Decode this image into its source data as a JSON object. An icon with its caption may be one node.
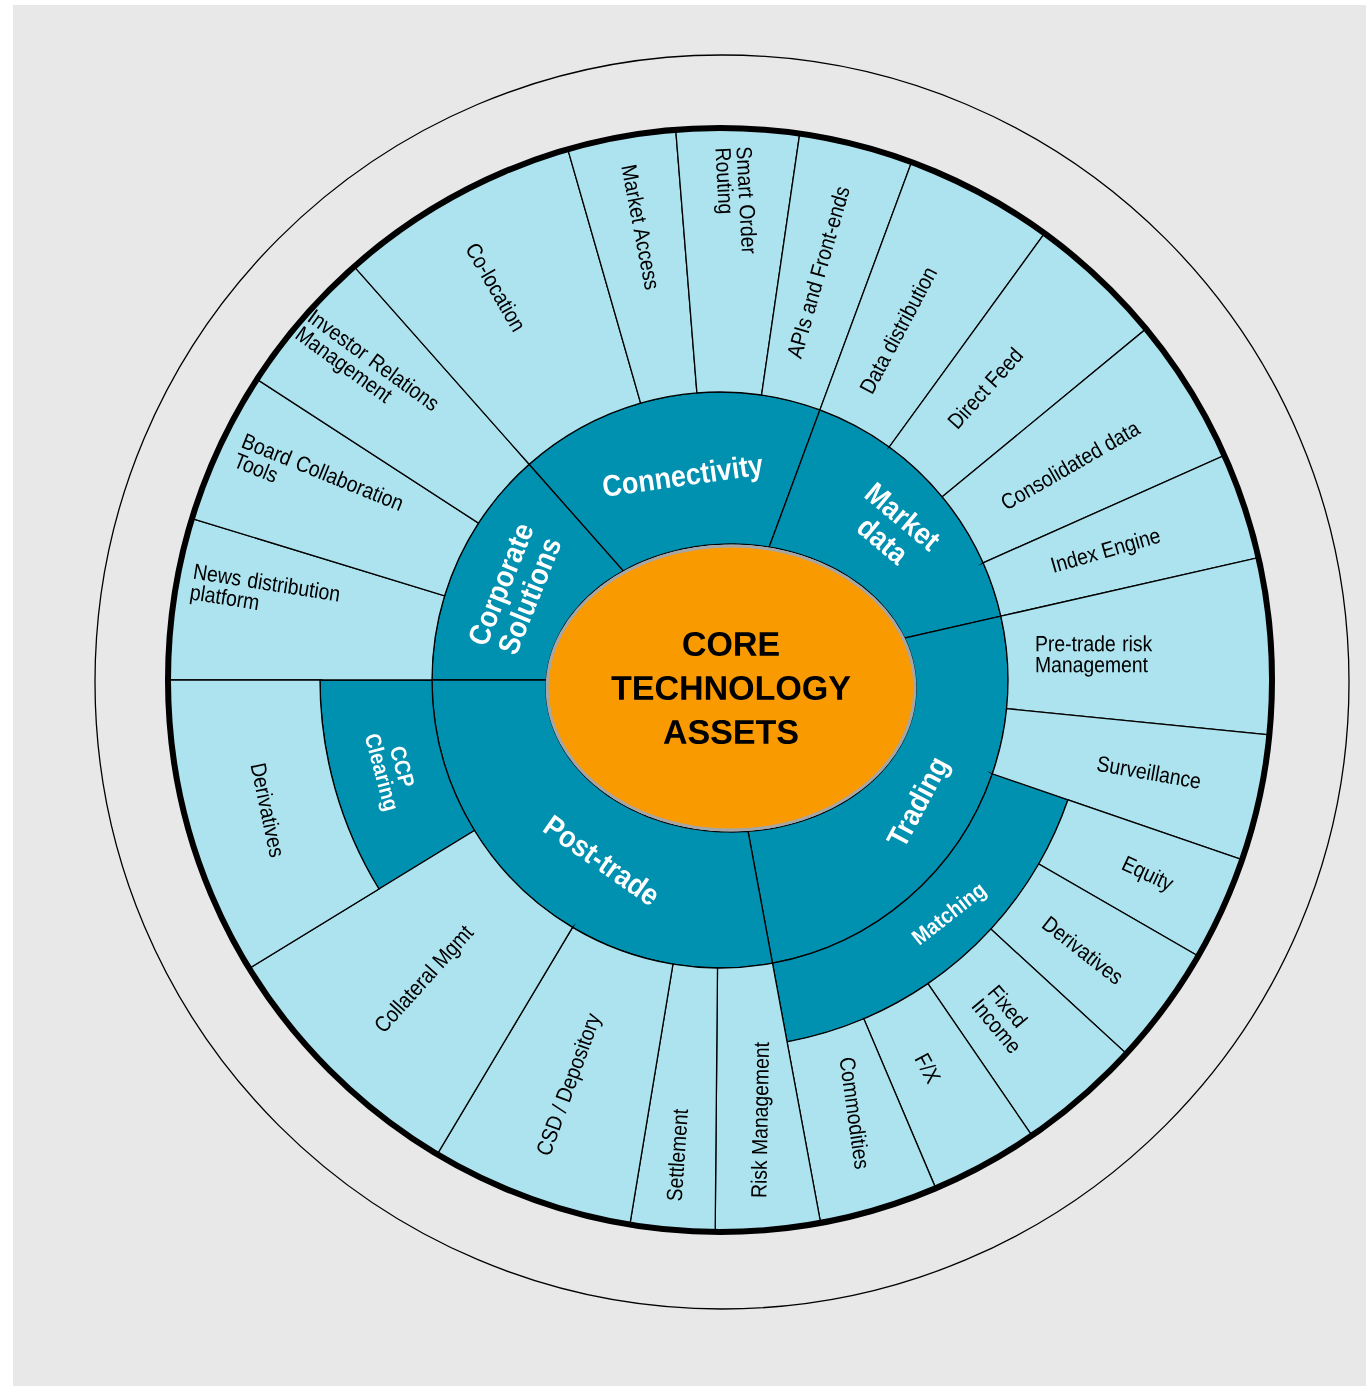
{
  "diagram": {
    "nodes": [
      {
        "text": [
          "CORE TECHNOLOGY ASSETS"
        ]
      },
      {
        "text": [
          "Corporate Solutions"
        ]
      },
      {
        "text": [
          "Connectivity"
        ]
      },
      {
        "text": [
          "Market data"
        ]
      },
      {
        "text": [
          "Trading"
        ]
      },
      {
        "text": [
          "Matching"
        ]
      },
      {
        "text": [
          "Post-trade"
        ]
      },
      {
        "text": [
          "CCP Clearing"
        ]
      },
      {
        "text": [
          "News distribution platform"
        ]
      },
      {
        "text": [
          "Board Collaboration Tools"
        ]
      },
      {
        "text": [
          "Investor Relations Management"
        ]
      },
      {
        "text": [
          "Co-location"
        ]
      },
      {
        "text": [
          "Market Access"
        ]
      },
      {
        "text": [
          "Smart Order Routing"
        ]
      },
      {
        "text": [
          "APIs and Front-ends"
        ]
      },
      {
        "text": [
          "Data distribution"
        ]
      },
      {
        "text": [
          "Direct Feed"
        ]
      },
      {
        "text": [
          "Consolidated data"
        ]
      },
      {
        "text": [
          "Index Engine"
        ]
      },
      {
        "text": [
          "Pre-trade risk Management"
        ]
      },
      {
        "text": [
          "Surveillance"
        ]
      },
      {
        "text": [
          "Equity"
        ]
      },
      {
        "text": [
          "Derivatives"
        ]
      },
      {
        "text": [
          "Fixed Income"
        ]
      },
      {
        "text": [
          "F/X"
        ]
      },
      {
        "text": [
          "Commodities"
        ]
      },
      {
        "text": [
          "Risk Management"
        ]
      },
      {
        "text": [
          "Settlement"
        ]
      },
      {
        "text": [
          "CSD / Depository"
        ]
      },
      {
        "text": [
          "Collateral Mgmt"
        ]
      },
      {
        "text": [
          "Derivatives"
        ]
      }
    ]
  }
}
